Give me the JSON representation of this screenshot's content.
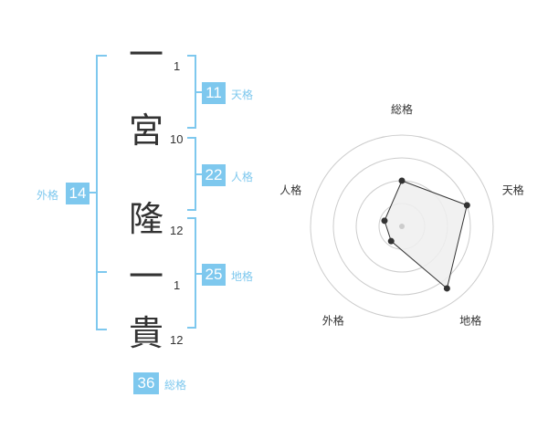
{
  "name": {
    "characters": [
      {
        "char": "一",
        "strokes": "1"
      },
      {
        "char": "宮",
        "strokes": "10"
      },
      {
        "char": "隆",
        "strokes": "12"
      },
      {
        "char": "一",
        "strokes": "1"
      },
      {
        "char": "貴",
        "strokes": "12"
      }
    ]
  },
  "fortunes": {
    "tenkaku": {
      "value": "11",
      "label": "天格"
    },
    "jinkaku": {
      "value": "22",
      "label": "人格"
    },
    "chikaku": {
      "value": "25",
      "label": "地格"
    },
    "gaikaku": {
      "value": "14",
      "label": "外格"
    },
    "soukaku": {
      "value": "36",
      "label": "総格"
    }
  },
  "colors": {
    "accent": "#7ec8ee",
    "grid": "#cccccc",
    "fill": "#eeeeee",
    "line": "#333333"
  },
  "chart_data": {
    "type": "radar",
    "axes": [
      "総格",
      "天格",
      "地格",
      "外格",
      "人格"
    ],
    "values": [
      2.5,
      3.75,
      4.2,
      1.0,
      1.0
    ],
    "max": 5,
    "grid_rings": 4
  }
}
